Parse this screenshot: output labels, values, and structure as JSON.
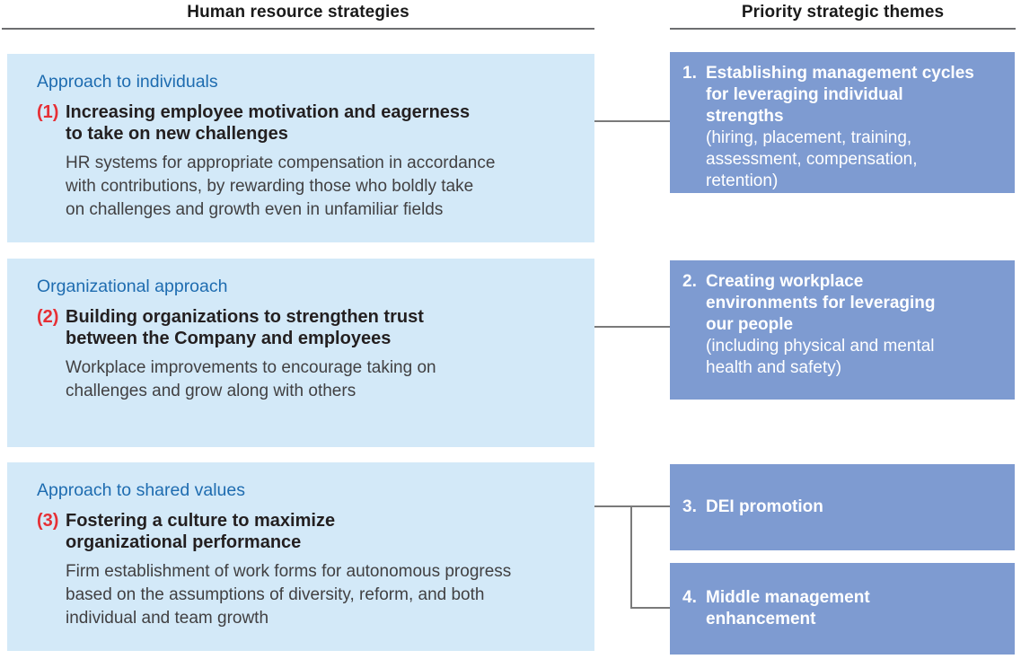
{
  "columns": {
    "left_header": "Human resource strategies",
    "right_header": "Priority strategic themes"
  },
  "strategies": [
    {
      "category": "Approach to individuals",
      "number": "(1)",
      "title": "Increasing employee motivation and eagerness\nto take on new challenges",
      "description": "HR systems for appropriate compensation in accordance\nwith contributions, by rewarding those who boldly take\non challenges and growth even in unfamiliar fields"
    },
    {
      "category": "Organizational approach",
      "number": "(2)",
      "title": "Building organizations to strengthen trust\nbetween the Company and employees",
      "description": "Workplace improvements to encourage taking on\nchallenges and grow along with others"
    },
    {
      "category": "Approach to shared values",
      "number": "(3)",
      "title": "Fostering a culture to maximize\norganizational performance",
      "description": "Firm establishment of work forms for autonomous progress\nbased on the assumptions of diversity, reform, and both\nindividual and team growth"
    }
  ],
  "themes": [
    {
      "number": "1.",
      "title": "Establishing management cycles\nfor leveraging individual\nstrengths",
      "subtitle": "(hiring, placement, training,\nassessment, compensation,\nretention)"
    },
    {
      "number": "2.",
      "title": "Creating workplace\nenvironments for leveraging\nour people",
      "subtitle": "(including physical and mental\nhealth and safety)"
    },
    {
      "number": "3.",
      "title": "DEI promotion",
      "subtitle": ""
    },
    {
      "number": "4.",
      "title": "Middle management\nenhancement",
      "subtitle": ""
    }
  ],
  "colors": {
    "left_box_bg": "#d3e9f8",
    "right_box_bg": "#7e9bd1",
    "category_text": "#1e6cb0",
    "number_text": "#e62f35",
    "title_text": "#231f20",
    "body_text": "#414042",
    "connector": "#7a7a7a",
    "header_rule": "#6d6e70",
    "header_text": "#1a1a1a",
    "theme_text": "#ffffff"
  }
}
